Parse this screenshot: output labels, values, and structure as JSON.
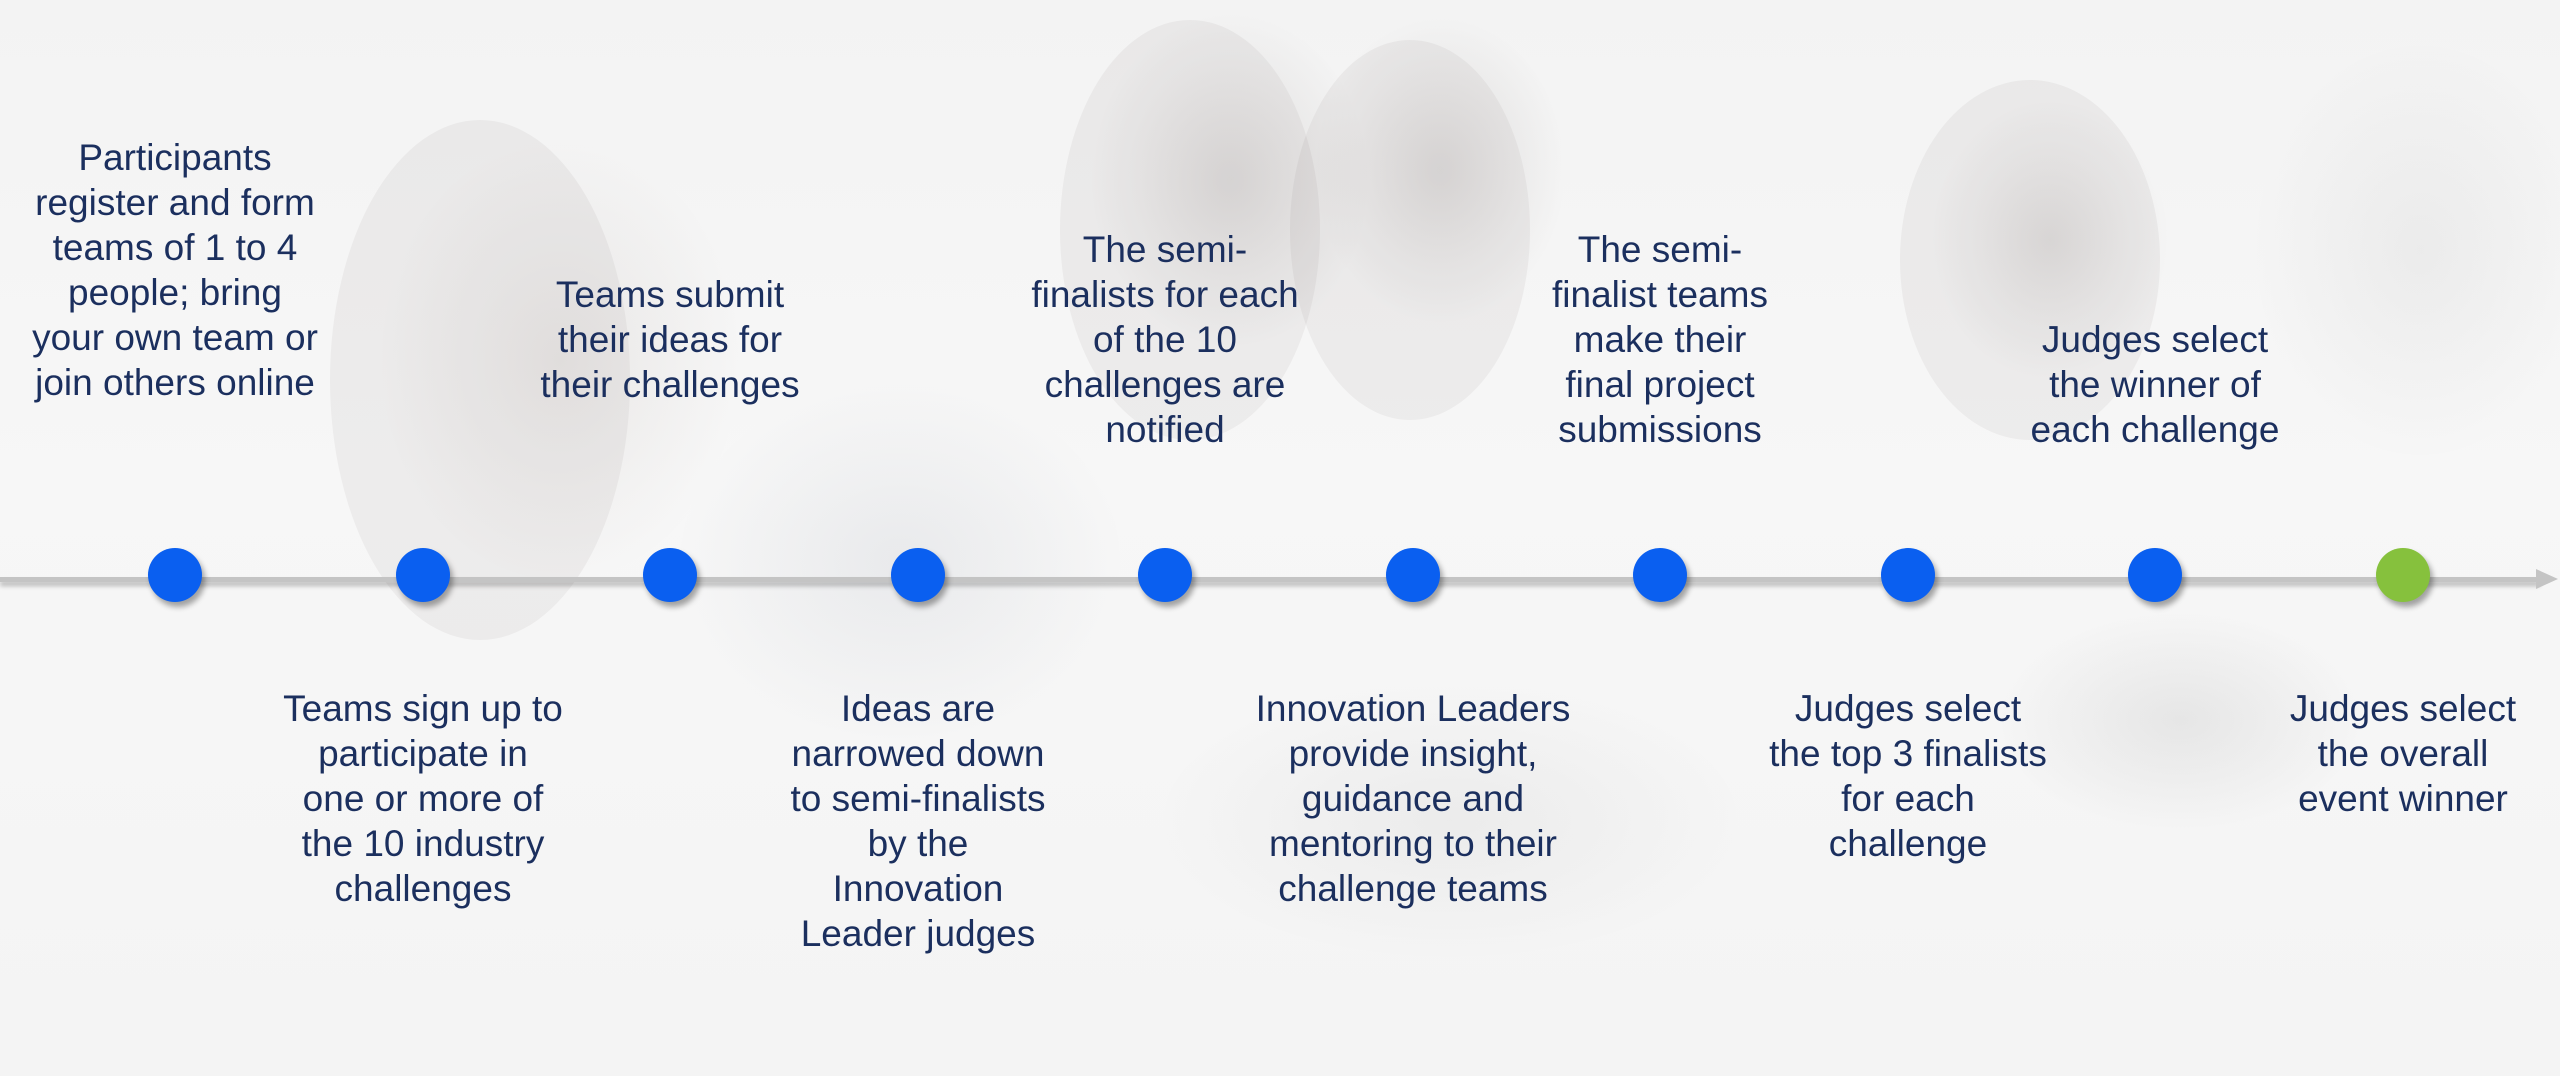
{
  "colors": {
    "milestone": "#0a5ff0",
    "final_milestone": "#86c13d",
    "text": "#1b2f5e",
    "line": "#c4c4c4"
  },
  "timeline": {
    "steps": [
      {
        "label": "Participants register and form teams of 1 to 4 people; bring your own team or join others online",
        "position": "above",
        "marker": "blue"
      },
      {
        "label": "Teams sign up to participate in one or more of the 10 industry challenges",
        "position": "below",
        "marker": "blue"
      },
      {
        "label": "Teams submit their ideas for their challenges",
        "position": "above",
        "marker": "blue"
      },
      {
        "label": "Ideas are narrowed down to semi-finalists by the Innovation Leader judges",
        "position": "below",
        "marker": "blue"
      },
      {
        "label": "The semi-finalists for each of the 10 challenges are notified",
        "position": "above",
        "marker": "blue"
      },
      {
        "label": "Innovation Leaders provide insight, guidance and mentoring to their challenge teams",
        "position": "below",
        "marker": "blue"
      },
      {
        "label": "The semi-finalist teams make their final project submissions",
        "position": "above",
        "marker": "blue"
      },
      {
        "label": "Judges select the top 3 finalists for each challenge",
        "position": "below",
        "marker": "blue"
      },
      {
        "label": "Judges select the winner of each challenge",
        "position": "above",
        "marker": "blue"
      },
      {
        "label": "Judges select the overall event winner",
        "position": "below",
        "marker": "green"
      }
    ]
  }
}
